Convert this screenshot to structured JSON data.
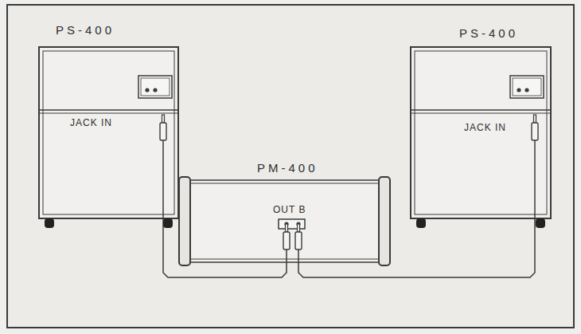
{
  "diagram": {
    "nodes": [
      {
        "text": [
          "PS-400",
          "JACK IN"
        ]
      },
      {
        "text": [
          "PS-400",
          "JACK IN"
        ]
      },
      {
        "text": [
          "PM-400",
          "OUT B"
        ]
      }
    ],
    "edges": [
      {
        "from": 2,
        "to": 0,
        "arrow": "none"
      },
      {
        "from": 2,
        "to": 1,
        "arrow": "none"
      }
    ]
  }
}
